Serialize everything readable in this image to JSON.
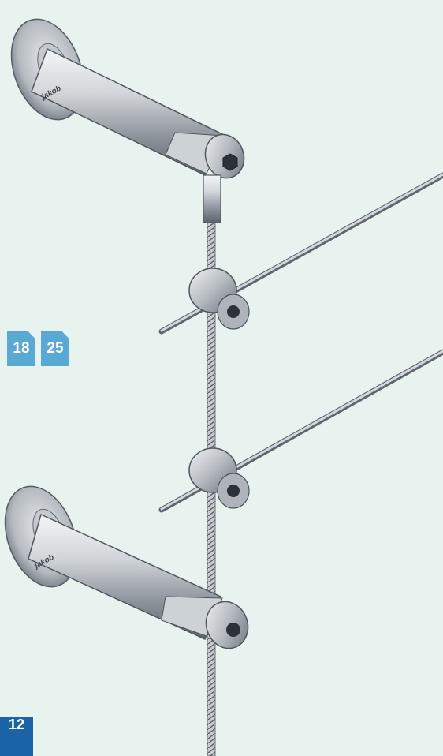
{
  "page": {
    "number": "12"
  },
  "cross_references": [
    {
      "label": "18"
    },
    {
      "label": "25"
    }
  ],
  "logo_text": "jakob"
}
